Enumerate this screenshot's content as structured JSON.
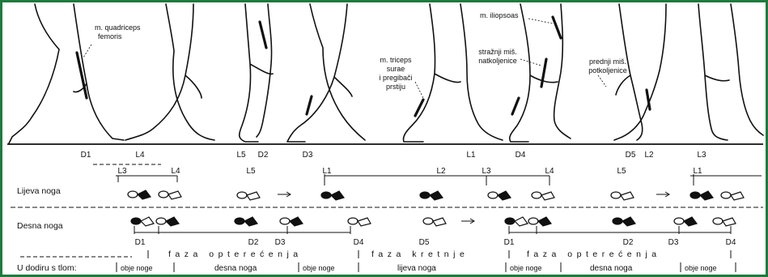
{
  "figure": {
    "frame_color": "#1e7a3c",
    "muscle_labels": [
      {
        "id": "quadriceps",
        "lines": [
          "m. quadriceps",
          "femoris"
        ]
      },
      {
        "id": "triceps",
        "lines": [
          "m. triceps",
          "surae",
          "i pregibači",
          "prstiju"
        ]
      },
      {
        "id": "iliopsoas",
        "lines": [
          "m. iliopsoas"
        ]
      },
      {
        "id": "hamstrings",
        "lines": [
          "stražnji miš.",
          "natkoljenice"
        ]
      },
      {
        "id": "tibialis",
        "lines": [
          "prednji miš.",
          "potkoljenice"
        ]
      }
    ],
    "top_markers": [
      "D1",
      "L4",
      "L5",
      "D2",
      "D3",
      "L1",
      "D4",
      "D5",
      "L2",
      "L3"
    ],
    "left_leg": {
      "label": "Lijeva noga",
      "markers": [
        "L3",
        "L4",
        "L5",
        "L1",
        "L2",
        "L3",
        "L4",
        "L5",
        "L1"
      ]
    },
    "right_leg": {
      "label": "Desna noga",
      "markers": [
        "D1",
        "D2",
        "D3",
        "D4",
        "D5",
        "D1",
        "D2",
        "D3",
        "D4"
      ]
    },
    "phase_row": {
      "load_1": "faza opterećenja",
      "swing": "faza kretnje",
      "load_2": "faza opterećenja"
    },
    "contact_row": {
      "title": "U dodiru s tlom:",
      "segments": [
        "obje noge",
        "desna noga",
        "obje noge",
        "lijeva noga",
        "obje noge",
        "desna noga",
        "obje noge"
      ]
    }
  }
}
